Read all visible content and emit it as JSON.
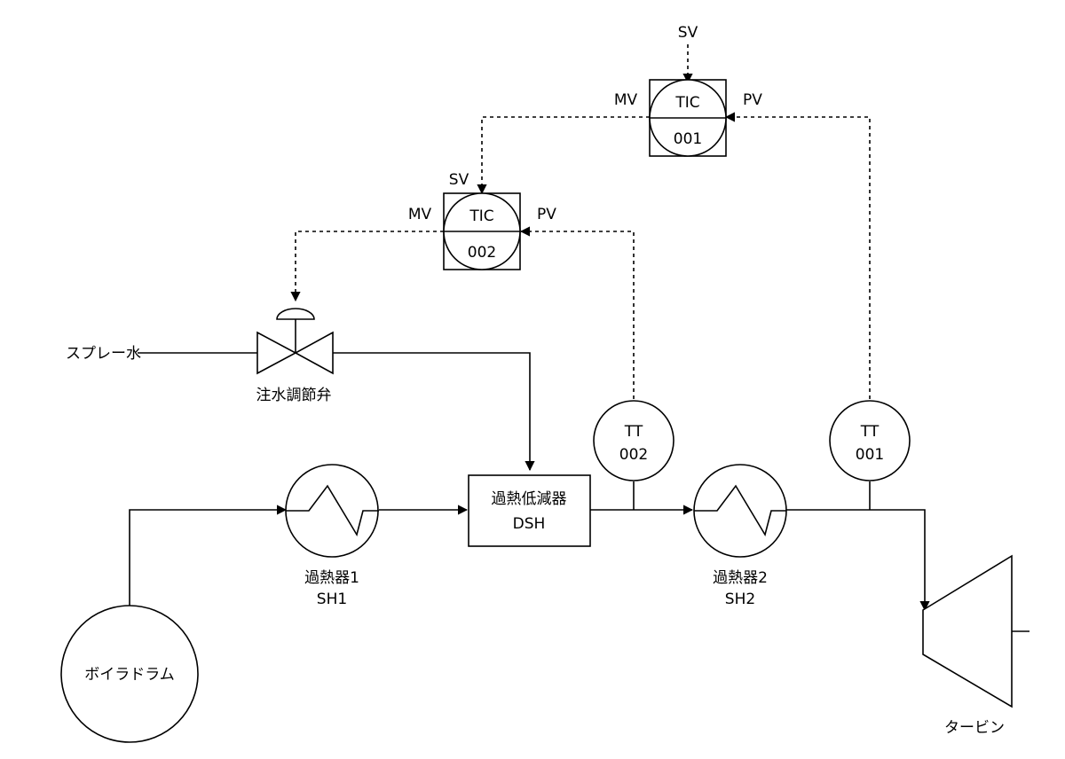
{
  "instruments": {
    "tic001": {
      "func": "TIC",
      "num": "001",
      "sv": "SV",
      "mv": "MV",
      "pv": "PV"
    },
    "tic002": {
      "func": "TIC",
      "num": "002",
      "sv": "SV",
      "mv": "MV",
      "pv": "PV"
    },
    "tt002": {
      "func": "TT",
      "num": "002"
    },
    "tt001": {
      "func": "TT",
      "num": "001"
    }
  },
  "equipment": {
    "spray_water": "スプレー水",
    "valve": "注水調節弁",
    "dsh_line1": "過熱低減器",
    "dsh_line2": "DSH",
    "sh1_line1": "過熱器1",
    "sh1_line2": "SH1",
    "sh2_line1": "過熱器2",
    "sh2_line2": "SH2",
    "boiler_drum": "ボイラドラム",
    "turbine": "タービン"
  }
}
